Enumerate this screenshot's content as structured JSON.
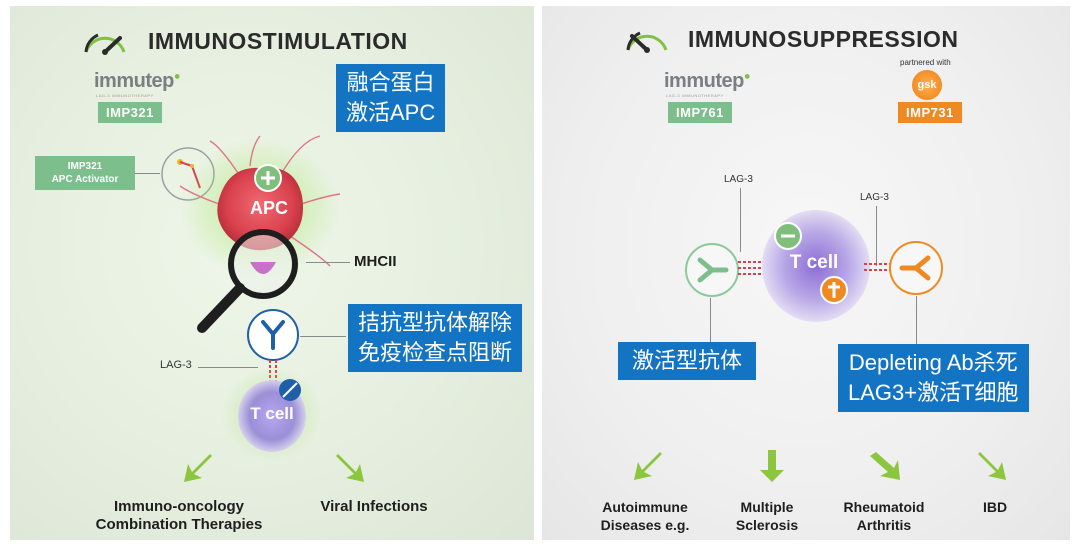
{
  "left": {
    "title": "IMMUNOSTIMULATION",
    "logo": {
      "text": "immutep",
      "subtext": "LAG-3 IMMUNOTHERAPY"
    },
    "product_tag": "IMP321",
    "activator_label": "IMP321\nAPC Activator",
    "apc_label": "APC",
    "mhc_label": "MHCII",
    "lag3_label": "LAG-3",
    "tcell_label": "T cell",
    "callout_fusion": "融合蛋白\n激活APC",
    "callout_antagonist": "拮抗型抗体解除\n免疫检查点阻断",
    "outcomes": [
      "Immuno-oncology\nCombination Therapies",
      "Viral Infections"
    ]
  },
  "right": {
    "title": "IMMUNOSUPPRESSION",
    "logo": {
      "text": "immutep",
      "subtext": "LAG-3 IMMUNOTHERAPY"
    },
    "partner_text": "partnered with",
    "partner_logo": "gsk",
    "product_tags": [
      "IMP761",
      "IMP731"
    ],
    "lag3_left": "LAG-3",
    "lag3_right": "LAG-3",
    "tcell_label": "T cell",
    "callout_agonist": "激活型抗体",
    "callout_depleting": "Depleting Ab杀死\nLAG3+激活T细胞",
    "outcomes": [
      "Autoimmune\nDiseases e.g.",
      "Multiple\nSclerosis",
      "Rheumatoid\nArthritis",
      "IBD"
    ]
  },
  "colors": {
    "accent_blue": "#1474c4",
    "tag_green": "#7dbf8c",
    "tag_orange": "#ef8a23",
    "arrow_green": "#8cc63f",
    "apc_red": "#d9414d",
    "tcell_purple": "#9b8fd6"
  },
  "icons": [
    "gauge-low-icon",
    "gauge-high-icon",
    "magnifier-icon",
    "antibody-icon",
    "plus-icon",
    "minus-icon",
    "cross-icon",
    "down-arrow-icon"
  ]
}
